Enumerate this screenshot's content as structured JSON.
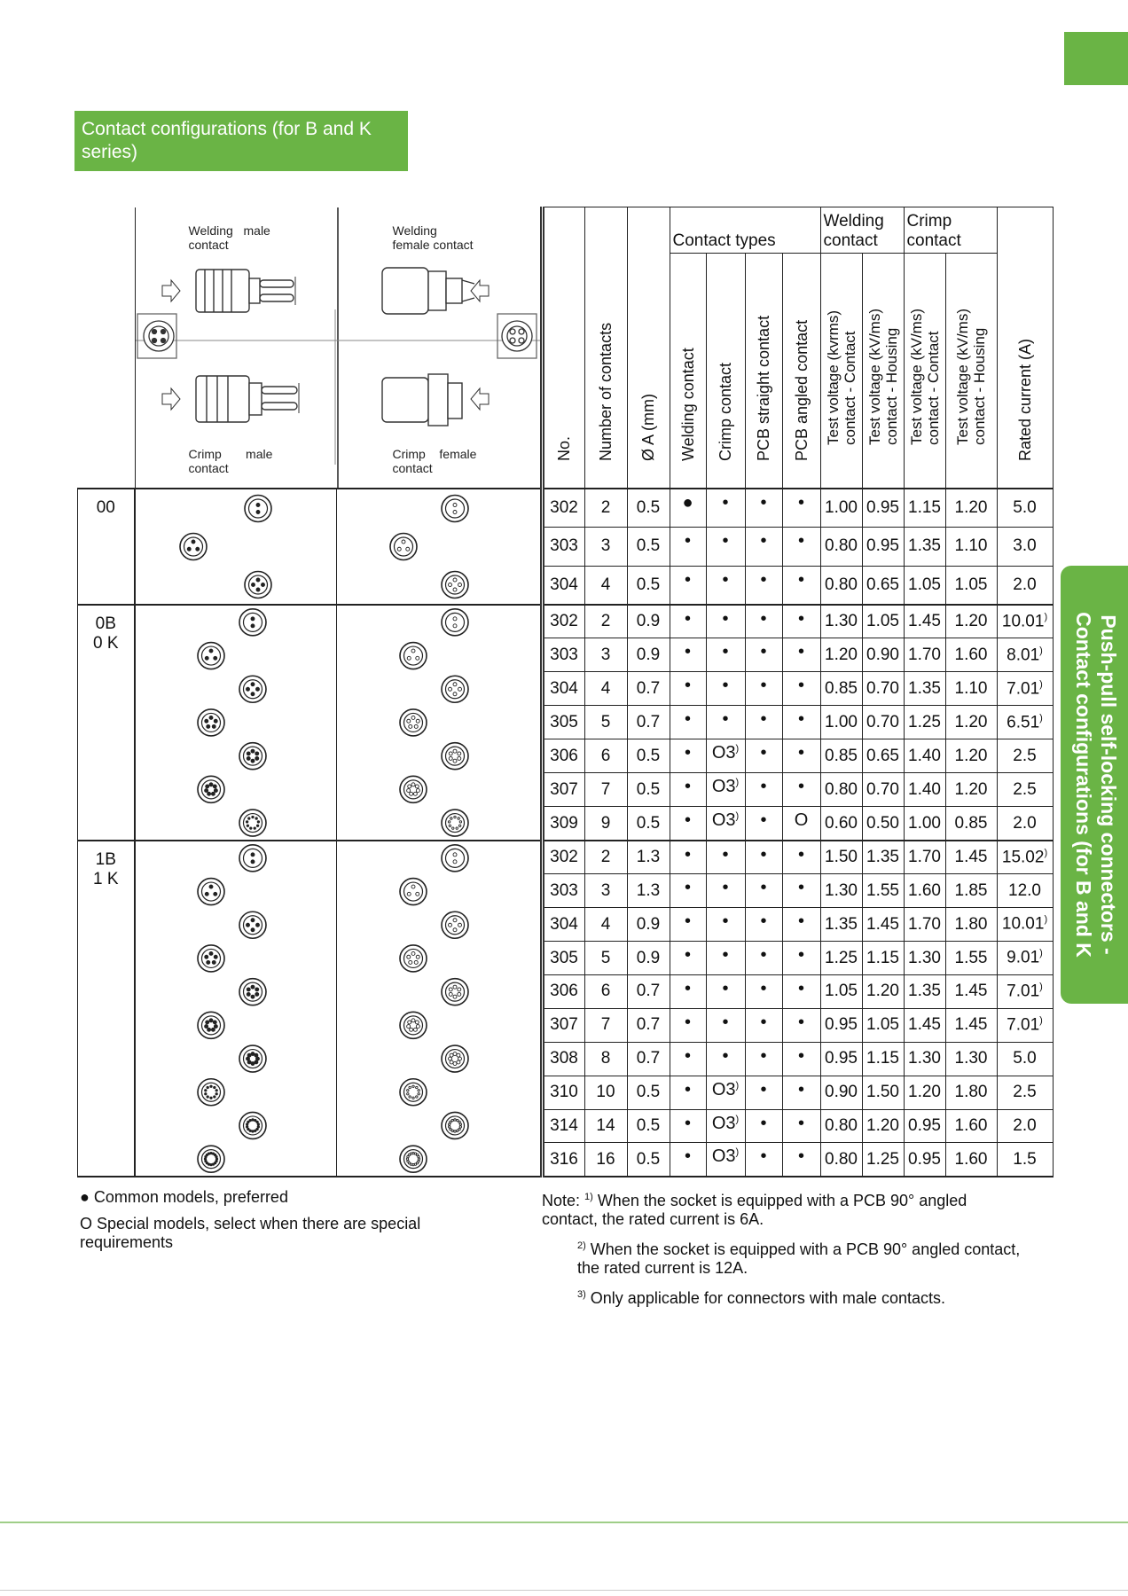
{
  "title": "Contact configurations (for B and K series)",
  "side_tab": {
    "line1": "Push-pull self-locking connectors -",
    "line2": "Contact configurations (for B and K"
  },
  "header_diagram": {
    "welding_male": "Welding   male\ncontact",
    "welding_female": "Welding\nfemale contact",
    "crimp_male": "Crimp       male\ncontact",
    "crimp_female": "Crimp    female\ncontact"
  },
  "columns": {
    "no": "No.",
    "num_contacts": "Number of contacts",
    "dia": "Ø A (mm)",
    "contact_types": "Contact types",
    "welding_contact": "Welding contact",
    "crimp_contact": "Crimp contact",
    "pcb_straight": "PCB straight contact",
    "pcb_angled": "PCB angled contact",
    "welding_group": "Welding contact",
    "crimp_group": "Crimp contact",
    "tv_kvrms_contact": [
      "Test voltage (kvrms)",
      "contact - Contact"
    ],
    "tv_kvms_housing": [
      "Test voltage (kV/ms)",
      "contact - Housing"
    ],
    "tv_kvrms_contact2": [
      "Test voltage (kV/ms)",
      "contact - Contact"
    ],
    "tv_kvms_housing2": [
      "Test voltage (kV/ms)",
      "contact - Housing"
    ],
    "rated": "Rated current  (A)"
  },
  "groups": [
    {
      "label": [
        "00"
      ],
      "rows": [
        {
          "no": "302",
          "n": "2",
          "a": "0.5",
          "w": "●",
          "c": "•",
          "ps": "•",
          "pa": "•",
          "v1": "1.00",
          "v2": "0.95",
          "v3": "1.15",
          "v4": "1.20",
          "r": "5.0",
          "rsup": ""
        },
        {
          "no": "303",
          "n": "3",
          "a": "0.5",
          "w": "•",
          "c": "•",
          "ps": "•",
          "pa": "•",
          "v1": "0.80",
          "v2": "0.95",
          "v3": "1.35",
          "v4": "1.10",
          "r": "3.0",
          "rsup": ""
        },
        {
          "no": "304",
          "n": "4",
          "a": "0.5",
          "w": "•",
          "c": "•",
          "ps": "•",
          "pa": "•",
          "v1": "0.80",
          "v2": "0.65",
          "v3": "1.05",
          "v4": "1.05",
          "r": "2.0",
          "rsup": ""
        }
      ]
    },
    {
      "label": [
        "0B",
        "0 K"
      ],
      "rows": [
        {
          "no": "302",
          "n": "2",
          "a": "0.9",
          "w": "•",
          "c": "•",
          "ps": "•",
          "pa": "•",
          "v1": "1.30",
          "v2": "1.05",
          "v3": "1.45",
          "v4": "1.20",
          "r": "10.01",
          "rsup": ")"
        },
        {
          "no": "303",
          "n": "3",
          "a": "0.9",
          "w": "•",
          "c": "•",
          "ps": "•",
          "pa": "•",
          "v1": "1.20",
          "v2": "0.90",
          "v3": "1.70",
          "v4": "1.60",
          "r": "8.01",
          "rsup": ")"
        },
        {
          "no": "304",
          "n": "4",
          "a": "0.7",
          "w": "•",
          "c": "•",
          "ps": "•",
          "pa": "•",
          "v1": "0.85",
          "v2": "0.70",
          "v3": "1.35",
          "v4": "1.10",
          "r": "7.01",
          "rsup": ")"
        },
        {
          "no": "305",
          "n": "5",
          "a": "0.7",
          "w": "•",
          "c": "•",
          "ps": "•",
          "pa": "•",
          "v1": "1.00",
          "v2": "0.70",
          "v3": "1.25",
          "v4": "1.20",
          "r": "6.51",
          "rsup": ")"
        },
        {
          "no": "306",
          "n": "6",
          "a": "0.5",
          "w": "•",
          "c": "O3",
          "csup": ")",
          "ps": "•",
          "pa": "•",
          "v1": "0.85",
          "v2": "0.65",
          "v3": "1.40",
          "v4": "1.20",
          "r": "2.5",
          "rsup": ""
        },
        {
          "no": "307",
          "n": "7",
          "a": "0.5",
          "w": "•",
          "c": "O3",
          "csup": ")",
          "ps": "•",
          "pa": "•",
          "v1": "0.80",
          "v2": "0.70",
          "v3": "1.40",
          "v4": "1.20",
          "r": "2.5",
          "rsup": ""
        },
        {
          "no": "309",
          "n": "9",
          "a": "0.5",
          "w": "•",
          "c": "O3",
          "csup": ")",
          "ps": "•",
          "pa": "O",
          "v1": "0.60",
          "v2": "0.50",
          "v3": "1.00",
          "v4": "0.85",
          "r": "2.0",
          "rsup": ""
        }
      ]
    },
    {
      "label": [
        "1B",
        "1 K"
      ],
      "rows": [
        {
          "no": "302",
          "n": "2",
          "a": "1.3",
          "w": "•",
          "c": "•",
          "ps": "•",
          "pa": "•",
          "v1": "1.50",
          "v2": "1.35",
          "v3": "1.70",
          "v4": "1.45",
          "r": "15.02",
          "rsup": ")"
        },
        {
          "no": "303",
          "n": "3",
          "a": "1.3",
          "w": "•",
          "c": "•",
          "ps": "•",
          "pa": "•",
          "v1": "1.30",
          "v2": "1.55",
          "v3": "1.60",
          "v4": "1.85",
          "r": "12.0",
          "rsup": ""
        },
        {
          "no": "304",
          "n": "4",
          "a": "0.9",
          "w": "•",
          "c": "•",
          "ps": "•",
          "pa": "•",
          "v1": "1.35",
          "v2": "1.45",
          "v3": "1.70",
          "v4": "1.80",
          "r": "10.01",
          "rsup": ")"
        },
        {
          "no": "305",
          "n": "5",
          "a": "0.9",
          "w": "•",
          "c": "•",
          "ps": "•",
          "pa": "•",
          "v1": "1.25",
          "v2": "1.15",
          "v3": "1.30",
          "v4": "1.55",
          "r": "9.01",
          "rsup": ")"
        },
        {
          "no": "306",
          "n": "6",
          "a": "0.7",
          "w": "•",
          "c": "•",
          "ps": "•",
          "pa": "•",
          "v1": "1.05",
          "v2": "1.20",
          "v3": "1.35",
          "v4": "1.45",
          "r": "7.01",
          "rsup": ")"
        },
        {
          "no": "307",
          "n": "7",
          "a": "0.7",
          "w": "•",
          "c": "•",
          "ps": "•",
          "pa": "•",
          "v1": "0.95",
          "v2": "1.05",
          "v3": "1.45",
          "v4": "1.45",
          "r": "7.01",
          "rsup": ")"
        },
        {
          "no": "308",
          "n": "8",
          "a": "0.7",
          "w": "•",
          "c": "•",
          "ps": "•",
          "pa": "•",
          "v1": "0.95",
          "v2": "1.15",
          "v3": "1.30",
          "v4": "1.30",
          "r": "5.0",
          "rsup": ""
        },
        {
          "no": "310",
          "n": "10",
          "a": "0.5",
          "w": "•",
          "c": "O3",
          "csup": ")",
          "ps": "•",
          "pa": "•",
          "v1": "0.90",
          "v2": "1.50",
          "v3": "1.20",
          "v4": "1.80",
          "r": "2.5",
          "rsup": ""
        },
        {
          "no": "314",
          "n": "14",
          "a": "0.5",
          "w": "•",
          "c": "O3",
          "csup": ")",
          "ps": "•",
          "pa": "•",
          "v1": "0.80",
          "v2": "1.20",
          "v3": "0.95",
          "v4": "1.60",
          "r": "2.0",
          "rsup": ""
        },
        {
          "no": "316",
          "n": "16",
          "a": "0.5",
          "w": "•",
          "c": "O3",
          "csup": ")",
          "ps": "•",
          "pa": "•",
          "v1": "0.80",
          "v2": "1.25",
          "v3": "0.95",
          "v4": "1.60",
          "r": "1.5",
          "rsup": ""
        }
      ]
    }
  ],
  "legend": {
    "common": "● Common models, preferred",
    "special": "O Special models, select when there are special requirements"
  },
  "notes": {
    "n1_prefix": "Note: ",
    "n1_sup": "1)",
    "n1": " When the socket is equipped with a PCB 90° angled contact, the rated current is 6A.",
    "n2_sup": "2)",
    "n2": " When the socket is equipped with a PCB 90° angled contact, the rated current is 12A.",
    "n3_sup": "3)",
    "n3": " Only applicable for connectors with male contacts."
  },
  "colors": {
    "brand_green": "#6ab445"
  }
}
